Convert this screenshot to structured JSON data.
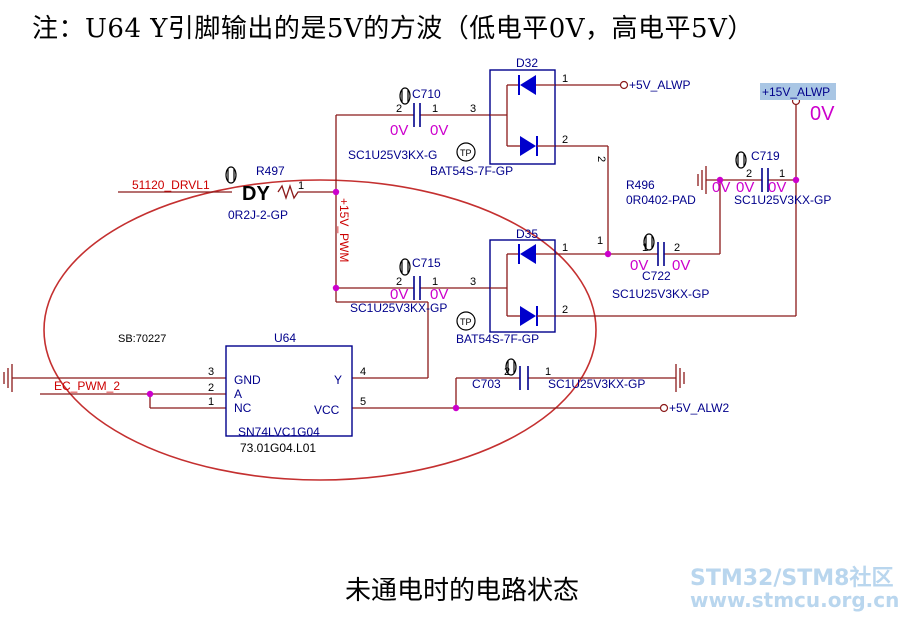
{
  "title": "注：U64 Y引脚输出的是5V的方波（低电平0V，高电平5V）",
  "caption": "未通电时的电路状态",
  "watermark": {
    "line1": "STM32/STM8社区",
    "line2": "www.stmcu.org.cn"
  },
  "colors": {
    "wire": "#8b1a1a",
    "part": "#00008b",
    "voltage": "#cc00cc",
    "net": "#cc0000",
    "junction": "#cc00cc",
    "ellipse": "#c43030"
  },
  "nets": {
    "drvl": "51120_DRVL1",
    "alwp5": "+5V_ALWP",
    "alwp15": "+15V_ALWP",
    "pwm": "+15V_PWM",
    "ecpwm": "EC_PWM_2",
    "alw2": "+5V_ALW2",
    "sb": "SB:70227",
    "dy": "DY",
    "v0": "0V",
    "v0big": "0V"
  },
  "components": {
    "d32": {
      "ref": "D32",
      "part": "BAT54S-7F-GP",
      "pin1": "1",
      "pin2": "2",
      "pin3": "3"
    },
    "d35": {
      "ref": "D35",
      "part": "BAT54S-7F-GP",
      "pin1": "1",
      "pin2": "2",
      "pin3": "3"
    },
    "c710": {
      "ref": "C710",
      "part": "SC1U25V3KX-G",
      "pin1": "1",
      "pin2": "2"
    },
    "c715": {
      "ref": "C715",
      "part": "SC1U25V3KX-GP",
      "pin1": "1",
      "pin2": "2"
    },
    "c719": {
      "ref": "C719",
      "part": "SC1U25V3KX-GP",
      "pin1": "1",
      "pin2": "2"
    },
    "c722": {
      "ref": "C722",
      "part": "SC1U25V3KX-GP",
      "pin1": "1",
      "pin2": "2"
    },
    "c703": {
      "ref": "C703",
      "part": "SC1U25V3KX-GP",
      "pin1": "1",
      "pin2": "2"
    },
    "r497": {
      "ref": "R497",
      "part": "0R2J-2-GP",
      "pin1": "1"
    },
    "r496": {
      "ref": "R496",
      "part": "0R0402-PAD",
      "pin1": "1",
      "pin2": "2"
    },
    "u64": {
      "ref": "U64",
      "part": "SN74LVC1G04",
      "code": "73.01G04.L01",
      "pins": {
        "gnd": "GND",
        "a": "A",
        "nc": "NC",
        "y": "Y",
        "vcc": "VCC"
      },
      "nums": {
        "gnd": "3",
        "a": "2",
        "nc": "1",
        "y": "4",
        "vcc": "5"
      }
    }
  }
}
